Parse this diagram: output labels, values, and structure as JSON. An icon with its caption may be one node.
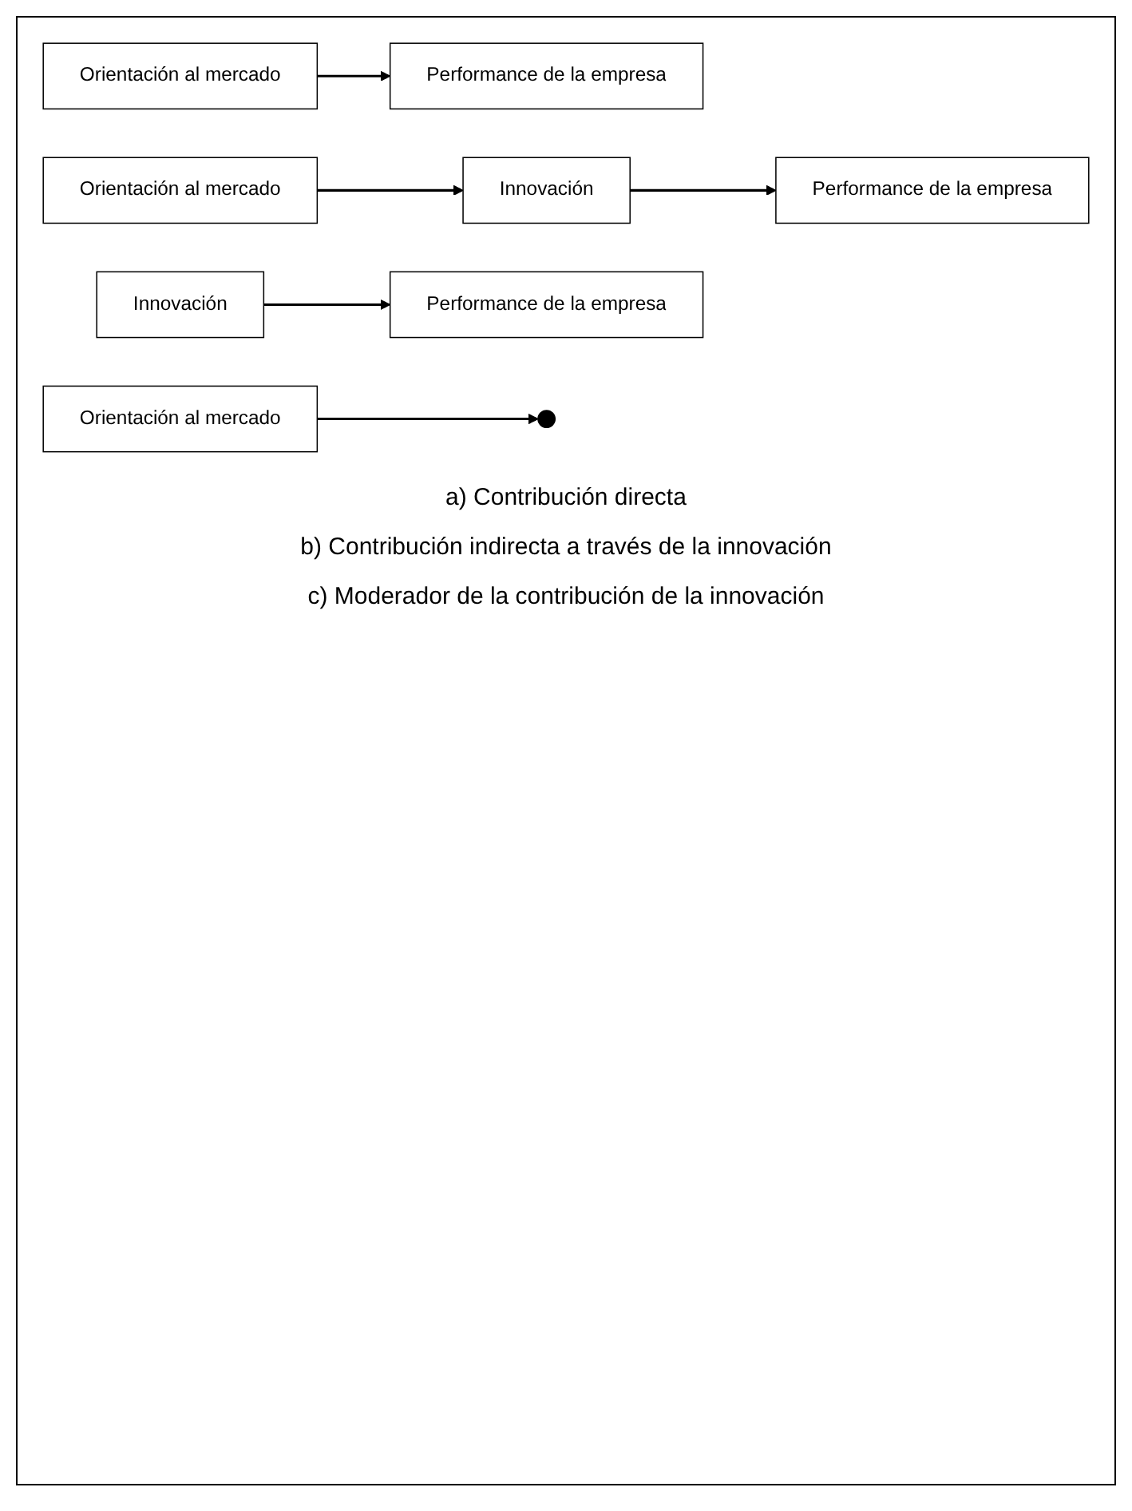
{
  "diagram": {
    "nodes": [
      {
        "text": [
          "Orientación al mercado"
        ]
      },
      {
        "text": [
          "Performance de la empresa"
        ]
      },
      {
        "text": [
          "Orientación al mercado"
        ]
      },
      {
        "text": [
          "Innovación"
        ]
      },
      {
        "text": [
          "Performance de la empresa"
        ]
      },
      {
        "text": [
          "Innovación"
        ]
      },
      {
        "text": [
          "Performance de la empresa"
        ]
      },
      {
        "text": [
          "Orientación al mercado"
        ]
      }
    ],
    "edges": [
      {
        "from": 0,
        "to": 1,
        "arrow": "to"
      },
      {
        "from": 2,
        "to": 3,
        "arrow": "to"
      },
      {
        "from": 3,
        "to": 4,
        "arrow": "to"
      },
      {
        "from": 5,
        "to": 6,
        "arrow": "to"
      },
      {
        "from": 7,
        "to": null,
        "arrow": "to"
      }
    ],
    "labels": [
      "a) Contribución directa",
      "b) Contribución indirecta a través de la innovación",
      "c) Moderador de la contribución de la innovación"
    ]
  }
}
